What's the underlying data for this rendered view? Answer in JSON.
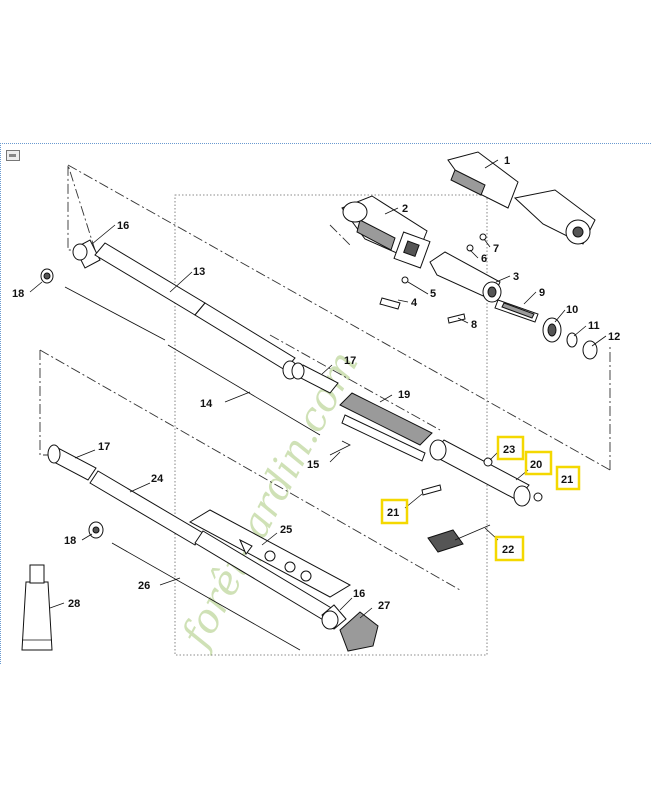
{
  "diagram": {
    "watermark": "forêt-jardin.com",
    "callouts": [
      {
        "id": "c1",
        "label": "1",
        "highlight": false
      },
      {
        "id": "c2",
        "label": "2",
        "highlight": false
      },
      {
        "id": "c3",
        "label": "3",
        "highlight": false
      },
      {
        "id": "c4",
        "label": "4",
        "highlight": false
      },
      {
        "id": "c5",
        "label": "5",
        "highlight": false
      },
      {
        "id": "c6",
        "label": "6",
        "highlight": false
      },
      {
        "id": "c7",
        "label": "7",
        "highlight": false
      },
      {
        "id": "c8",
        "label": "8",
        "highlight": false
      },
      {
        "id": "c9",
        "label": "9",
        "highlight": false
      },
      {
        "id": "c10",
        "label": "10",
        "highlight": false
      },
      {
        "id": "c11",
        "label": "11",
        "highlight": false
      },
      {
        "id": "c12",
        "label": "12",
        "highlight": false
      },
      {
        "id": "c13",
        "label": "13",
        "highlight": false
      },
      {
        "id": "c14",
        "label": "14",
        "highlight": false
      },
      {
        "id": "c15",
        "label": "15",
        "highlight": false
      },
      {
        "id": "c16a",
        "label": "16",
        "highlight": false
      },
      {
        "id": "c16b",
        "label": "16",
        "highlight": false
      },
      {
        "id": "c17a",
        "label": "17",
        "highlight": false
      },
      {
        "id": "c17b",
        "label": "17",
        "highlight": false
      },
      {
        "id": "c18a",
        "label": "18",
        "highlight": false
      },
      {
        "id": "c18b",
        "label": "18",
        "highlight": false
      },
      {
        "id": "c19",
        "label": "19",
        "highlight": false
      },
      {
        "id": "c20",
        "label": "20",
        "highlight": true
      },
      {
        "id": "c21a",
        "label": "21",
        "highlight": true
      },
      {
        "id": "c21b",
        "label": "21",
        "highlight": true
      },
      {
        "id": "c22",
        "label": "22",
        "highlight": true
      },
      {
        "id": "c23",
        "label": "23",
        "highlight": true
      },
      {
        "id": "c24",
        "label": "24",
        "highlight": false
      },
      {
        "id": "c25",
        "label": "25",
        "highlight": false
      },
      {
        "id": "c26",
        "label": "26",
        "highlight": false
      },
      {
        "id": "c27",
        "label": "27",
        "highlight": false
      },
      {
        "id": "c28",
        "label": "28",
        "highlight": false
      }
    ]
  }
}
